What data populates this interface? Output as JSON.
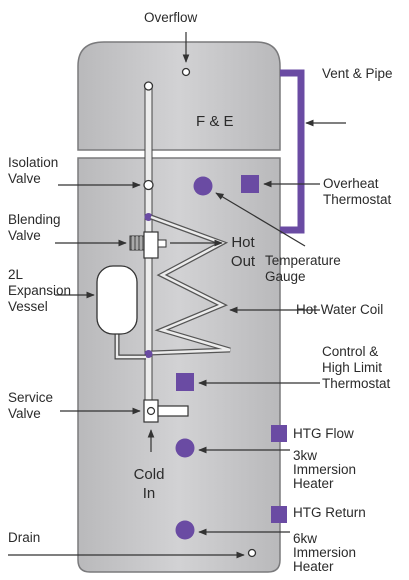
{
  "labels": {
    "overflow": "Overflow",
    "vent_pipe": "Vent & Pipe",
    "fe": "F & E",
    "isolation_valve": [
      "Isolation",
      "Valve"
    ],
    "overheat_thermostat": [
      "Overheat",
      "Thermostat"
    ],
    "blending_valve": [
      "Blending",
      "Valve"
    ],
    "hot_out": [
      "Hot",
      "Out"
    ],
    "temperature_gauge": [
      "Temperature",
      "Gauge"
    ],
    "expansion_vessel": [
      "2L",
      "Expansion",
      "Vessel"
    ],
    "hot_water_coil": "Hot Water Coil",
    "control_thermostat": [
      "Control &",
      "High Limit",
      "Thermostat"
    ],
    "service_valve": [
      "Service",
      "Valve"
    ],
    "cold_in": [
      "Cold",
      "In"
    ],
    "htg_flow": "HTG Flow",
    "immersion_3kw": [
      "3kw",
      "Immersion",
      "Heater"
    ],
    "htg_return": "HTG Return",
    "drain": "Drain",
    "immersion_6kw": [
      "6kw",
      "Immersion",
      "Heater"
    ]
  },
  "colors": {
    "tank_fill": "#c8c8ca",
    "tank_stroke": "#7a7a7c",
    "accent": "#6a4ba3",
    "line": "#333333",
    "pipe": "#ececec"
  }
}
